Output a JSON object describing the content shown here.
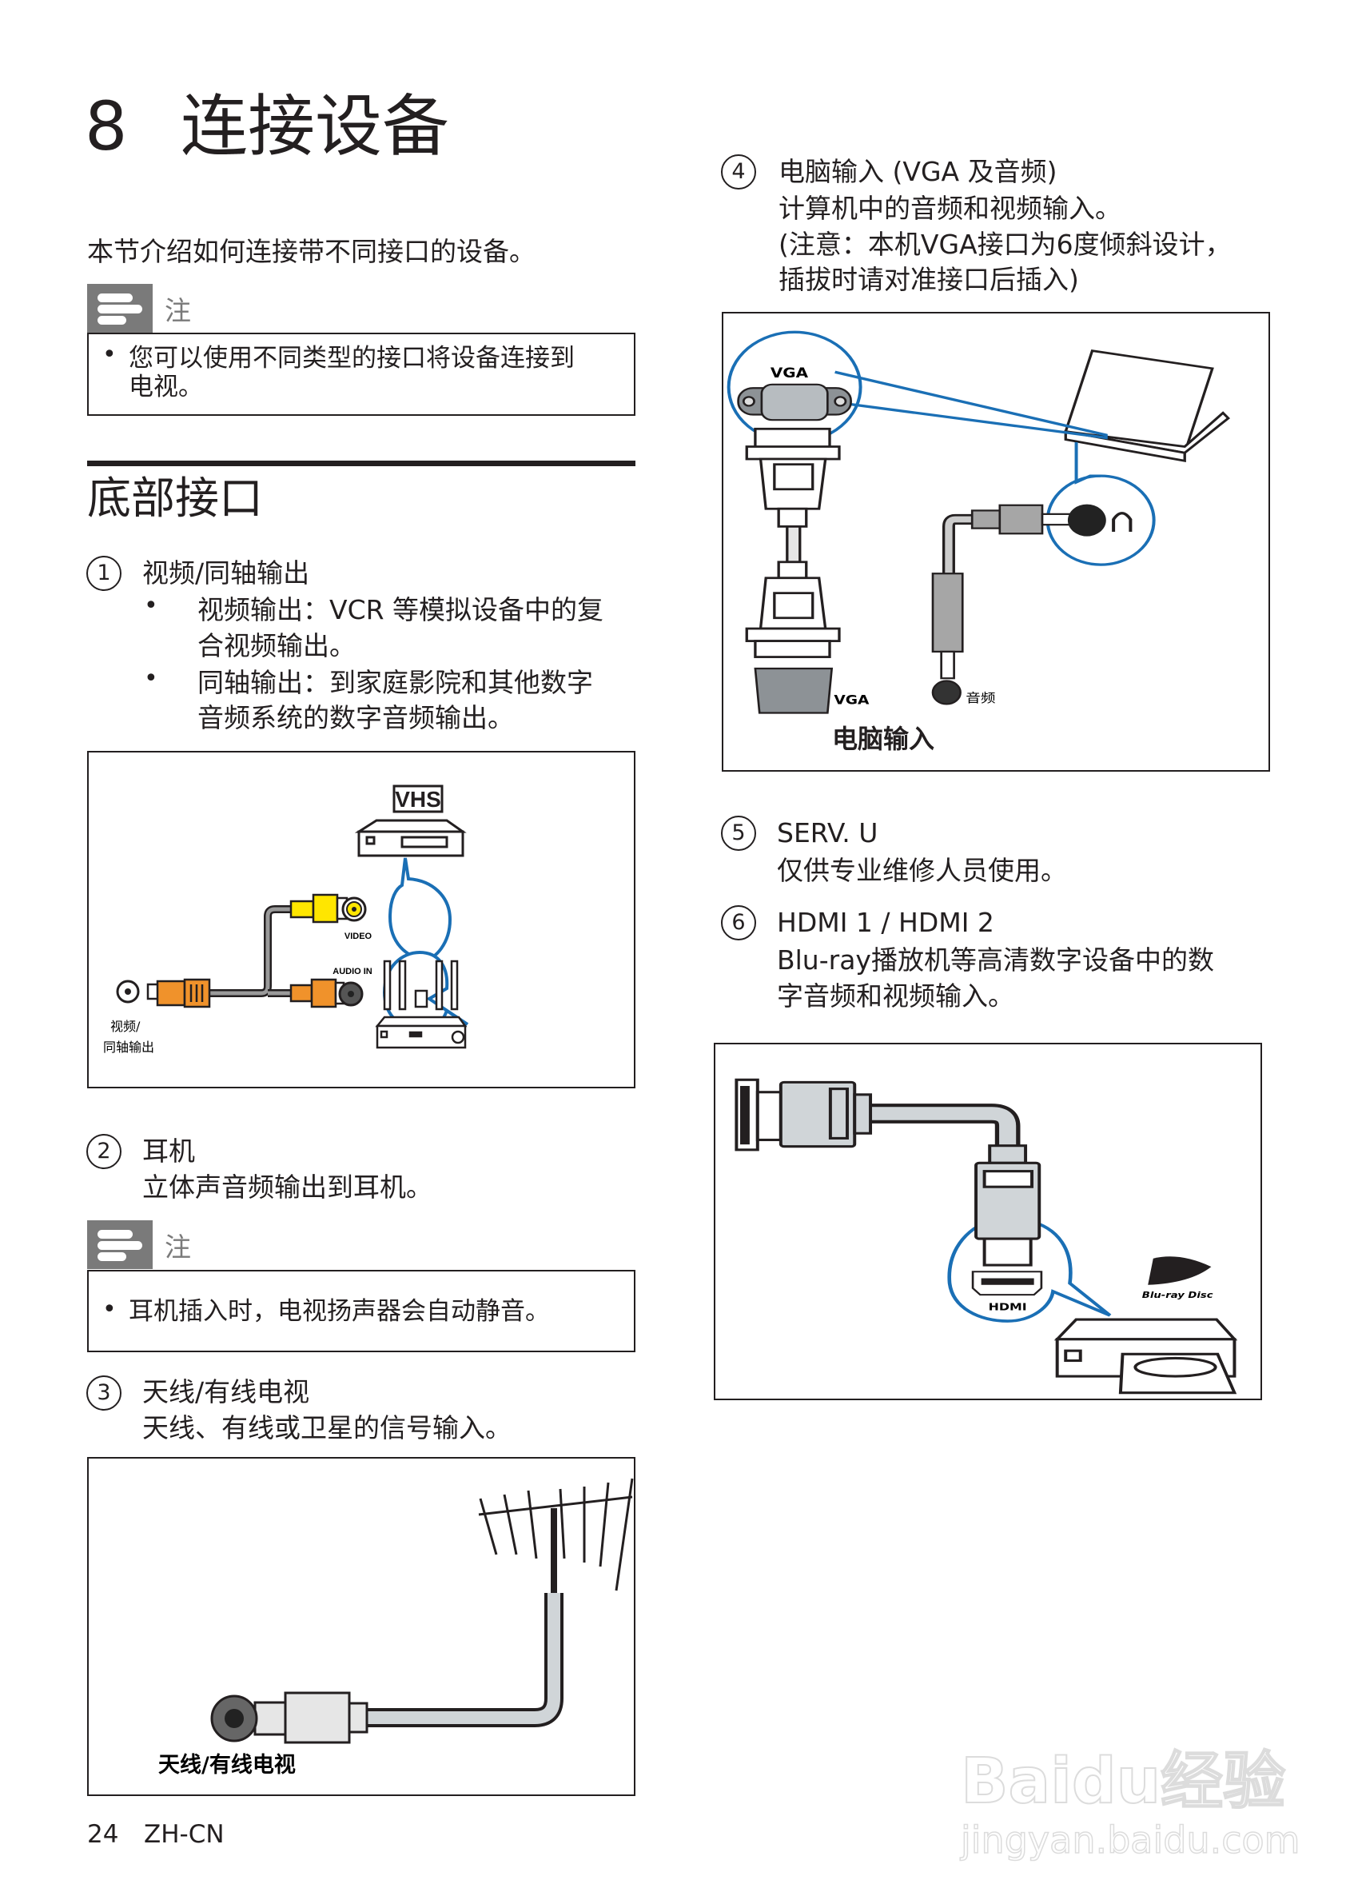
{
  "chapter": {
    "number": "8",
    "title": "连接设备"
  },
  "intro": "本节介绍如何连接带不同接口的设备。",
  "note1": {
    "label": "注",
    "icon": "note-icon",
    "text_line1": "您可以使用不同类型的接口将设备连接到",
    "text_line2": "电视。"
  },
  "section_title": "底部接口",
  "items": [
    {
      "num": "1",
      "title": "视频/同轴输出",
      "bullets": [
        {
          "line1": "视频输出：VCR 等模拟设备中的复",
          "line2": "合视频输出。"
        },
        {
          "line1": "同轴输出：到家庭影院和其他数字",
          "line2": "音频系统的数字音频输出。"
        }
      ],
      "figure": {
        "vhs_logo": "VHS",
        "video_label": "VIDEO",
        "audio_in_label": "AUDIO IN",
        "jack_label_line1": "视频/",
        "jack_label_line2": "同轴输出"
      }
    },
    {
      "num": "2",
      "title": "耳机",
      "desc": "立体声音频输出到耳机。"
    },
    {
      "num": "3",
      "title": "天线/有线电视",
      "desc": "天线、有线或卫星的信号输入。",
      "figure": {
        "label": "天线/有线电视"
      }
    },
    {
      "num": "4",
      "title": "电脑输入 (VGA  及音频)",
      "desc_lines": [
        "计算机中的音频和视频输入。",
        "(注意：本机VGA接口为6度倾斜设计，",
        "插拔时请对准接口后插入)"
      ],
      "figure": {
        "vga_bubble_label": "VGA",
        "vga_port_label": "VGA",
        "audio_label": "音频",
        "caption": "电脑输入"
      }
    },
    {
      "num": "5",
      "title": "SERV. U",
      "desc": "仅供专业维修人员使用。"
    },
    {
      "num": "6",
      "title": "HDMI 1 / HDMI 2",
      "desc_lines": [
        "Blu-ray播放机等高清数字设备中的数",
        "字音频和视频输入。"
      ],
      "figure": {
        "hdmi_label": "HDMI",
        "bluray_logo": "Blu-ray Disc"
      }
    }
  ],
  "note2": {
    "label": "注",
    "icon": "note-icon",
    "text": "耳机插入时，电视扬声器会自动静音。"
  },
  "footer": {
    "page": "24",
    "lang": "ZH-CN"
  },
  "watermark": {
    "brand": "Baidu经验",
    "url": "jingyan.baidu.com"
  },
  "colors": {
    "callout_blue": "#1a6fb5",
    "video_yellow": "#ffe600",
    "coax_orange": "#f0922b",
    "connector_gray": "#d0d5d8",
    "note_gray": "#7a7a7a"
  }
}
